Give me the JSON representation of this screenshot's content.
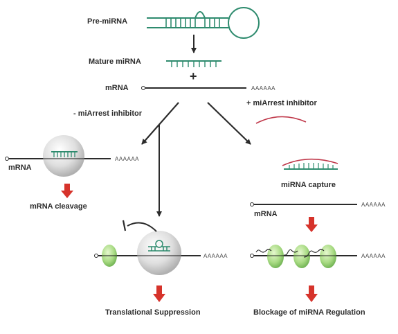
{
  "labels": {
    "pre_mirna": "Pre-miRNA",
    "mature_mirna": "Mature miRNA",
    "plus": "+",
    "mrna_top": "mRNA",
    "without_inhibitor": "- miArrest inhibitor",
    "with_inhibitor": "+ miArrest inhibitor",
    "mrna_left": "mRNA",
    "mrna_cleavage": "mRNA cleavage",
    "mirna_capture": "miRNA capture",
    "mrna_right": "mRNA",
    "translational_suppression": "Translational Suppression",
    "blockage": "Blockage of miRNA Regulation"
  },
  "poly_a": {
    "top": "AAAAAA",
    "left": "AAAAAA",
    "middle": "AAAAAA",
    "right_upper": "AAAAAA",
    "right_lower": "AAAAAA"
  },
  "colors": {
    "mirna_green": "#2e8b6e",
    "inhibitor_red": "#c0394b",
    "down_arrow_red": "#d6332b",
    "ribosome_green": "#8fd06a",
    "risc_grey": "#d6d6d6",
    "line": "#2b2b2b"
  },
  "icons": {
    "arrow": "arrow-icon",
    "down_arrow": "red-down-arrow-icon",
    "risc": "risc-complex-icon",
    "ribosome": "ribosome-icon",
    "inhibition": "inhibition-bar-icon",
    "hairpin": "hairpin-icon"
  }
}
